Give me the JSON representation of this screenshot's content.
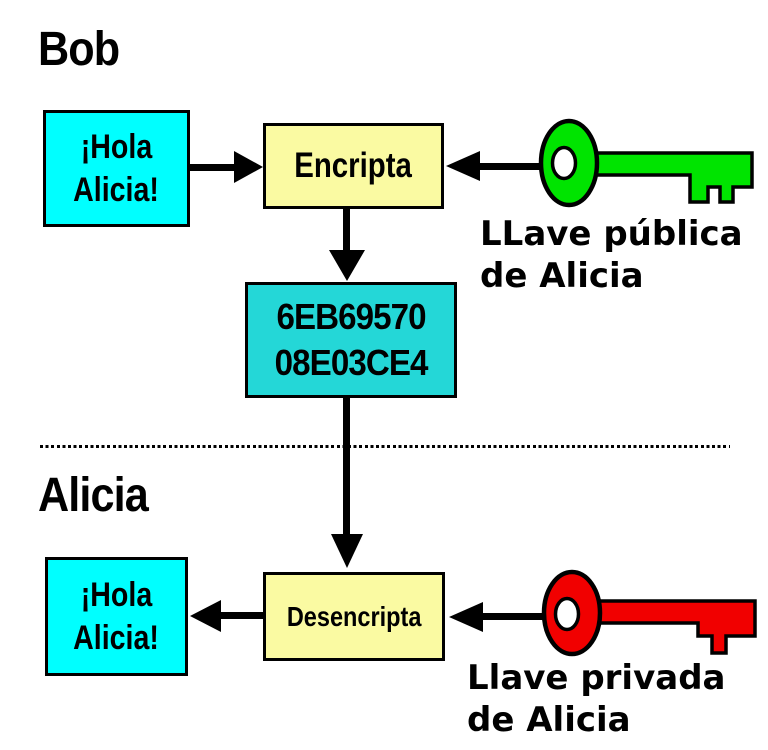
{
  "colors": {
    "paper": "#ffffff",
    "ink": "#000000",
    "message_fill": "#00ffff",
    "cipher_fill": "#24d7d7",
    "process_fill": "#fafaa2",
    "public_key_fill": "#00e400",
    "private_key_fill": "#f10000",
    "key_hole": "#ffffff"
  },
  "headings": {
    "bob": "Bob",
    "alicia": "Alicia"
  },
  "boxes": {
    "message_bob": {
      "line1": "¡Hola",
      "line2": "Alicia!"
    },
    "encrypt": {
      "label": "Encripta"
    },
    "cipher": {
      "line1": "6EB69570",
      "line2": "08E03CE4"
    },
    "message_alicia": {
      "line1": "¡Hola",
      "line2": "Alicia!"
    },
    "decrypt": {
      "label": "Desencripta"
    }
  },
  "labels": {
    "public_key": {
      "line1": "LLave pública",
      "line2": "de Alicia"
    },
    "private_key": {
      "line1": "Llave privada",
      "line2": "de Alicia"
    }
  },
  "icons": {
    "public_key": "key-icon",
    "private_key": "key-icon"
  }
}
